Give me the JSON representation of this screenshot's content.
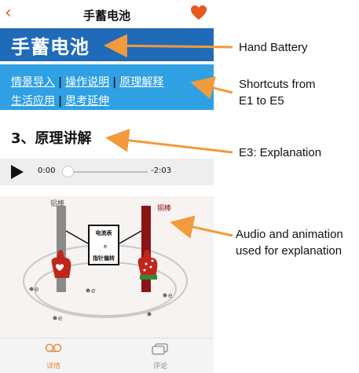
{
  "nav": {
    "back_icon": "chevron-left-icon",
    "title": "手蓄电池",
    "favorite_icon": "heart-icon",
    "accent": "#e65a1f"
  },
  "banner": {
    "title": "手蓄电池",
    "color": "#1f6bb8"
  },
  "shortcuts": {
    "color": "#2ea0e3",
    "separator": "|",
    "links": [
      "情景导入",
      "操作说明",
      "原理解释",
      "生活应用",
      "思考延伸"
    ]
  },
  "section": {
    "title": "3、原理讲解"
  },
  "audio": {
    "play_icon": "play-icon",
    "current_time": "0:00",
    "remaining_time": "-2:03",
    "progress": 0.0
  },
  "animation": {
    "left_rod_label": "铝棒",
    "right_rod_label": "铜棒",
    "meter_title": "电流表",
    "meter_dot": "e",
    "meter_caption": "指针偏转",
    "electron_label": "e"
  },
  "tabbar": {
    "items": [
      {
        "label": "详情",
        "icon": "details-icon",
        "active": true
      },
      {
        "label": "评论",
        "icon": "comment-icon",
        "active": false
      }
    ]
  },
  "annotations": {
    "hand_battery": "Hand Battery",
    "shortcuts_line1": "Shortcuts from",
    "shortcuts_line2": "E1 to E5",
    "e3": "E3: Explanation",
    "audio_line1": "Audio and animation",
    "audio_line2": "used for explanation",
    "arrow_color": "#f29a3c"
  }
}
